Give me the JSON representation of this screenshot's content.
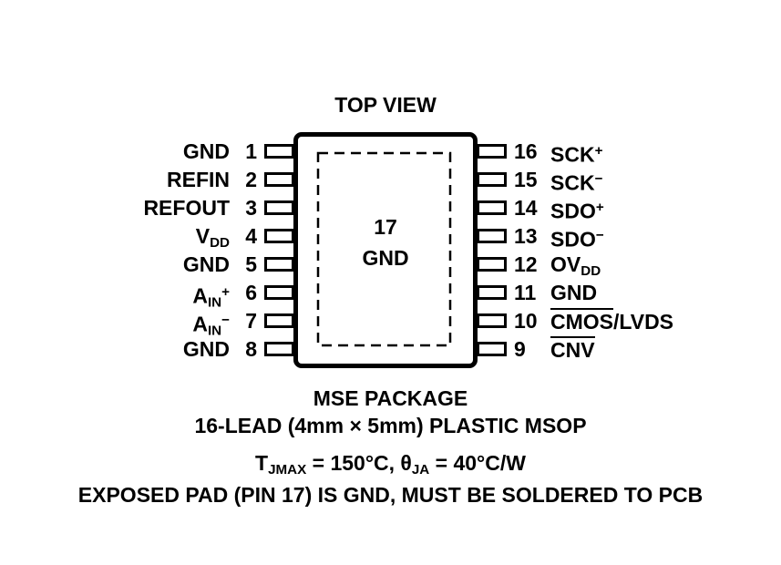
{
  "title": "TOP VIEW",
  "package": {
    "pad_number": "17",
    "pad_label": "GND",
    "left_pins": [
      {
        "num": "1",
        "label": [
          {
            "t": "GND"
          }
        ]
      },
      {
        "num": "2",
        "label": [
          {
            "t": "REFIN"
          }
        ]
      },
      {
        "num": "3",
        "label": [
          {
            "t": "REFOUT"
          }
        ]
      },
      {
        "num": "4",
        "label": [
          {
            "t": "V"
          },
          {
            "t": "DD",
            "s": "sub"
          }
        ]
      },
      {
        "num": "5",
        "label": [
          {
            "t": "GND"
          }
        ]
      },
      {
        "num": "6",
        "label": [
          {
            "t": "A"
          },
          {
            "t": "IN",
            "s": "sub"
          },
          {
            "t": "+",
            "s": "sup"
          }
        ]
      },
      {
        "num": "7",
        "label": [
          {
            "t": "A"
          },
          {
            "t": "IN",
            "s": "sub"
          },
          {
            "t": "−",
            "s": "sup"
          }
        ]
      },
      {
        "num": "8",
        "label": [
          {
            "t": "GND"
          }
        ]
      }
    ],
    "right_pins": [
      {
        "num": "16",
        "label": [
          {
            "t": "SCK"
          },
          {
            "t": "+",
            "s": "sup"
          }
        ]
      },
      {
        "num": "15",
        "label": [
          {
            "t": "SCK"
          },
          {
            "t": "−",
            "s": "sup"
          }
        ]
      },
      {
        "num": "14",
        "label": [
          {
            "t": "SDO"
          },
          {
            "t": "+",
            "s": "sup"
          }
        ]
      },
      {
        "num": "13",
        "label": [
          {
            "t": "SDO"
          },
          {
            "t": "−",
            "s": "sup"
          }
        ]
      },
      {
        "num": "12",
        "label": [
          {
            "t": "OV"
          },
          {
            "t": "DD",
            "s": "sub"
          }
        ]
      },
      {
        "num": "11",
        "label": [
          {
            "t": "GND"
          }
        ]
      },
      {
        "num": "10",
        "label": [
          {
            "t": "CMOS",
            "s": "over"
          },
          {
            "t": "/LVDS"
          }
        ]
      },
      {
        "num": "9",
        "label": [
          {
            "t": "CNV",
            "s": "over"
          }
        ]
      }
    ]
  },
  "captions": {
    "package_name": "MSE PACKAGE",
    "package_desc": "16-LEAD (4mm × 5mm) PLASTIC MSOP",
    "thermal": [
      {
        "t": "T"
      },
      {
        "t": "JMAX",
        "s": "sub"
      },
      {
        "t": " = 150°C, "
      },
      {
        "t": "θ"
      },
      {
        "t": "JA",
        "s": "sub"
      },
      {
        "t": " = 40°C/W"
      }
    ],
    "exposed_pad_note": "EXPOSED PAD (PIN 17) IS GND, MUST BE SOLDERED TO PCB"
  },
  "colors": {
    "ink": "#000000",
    "background": "#ffffff"
  }
}
